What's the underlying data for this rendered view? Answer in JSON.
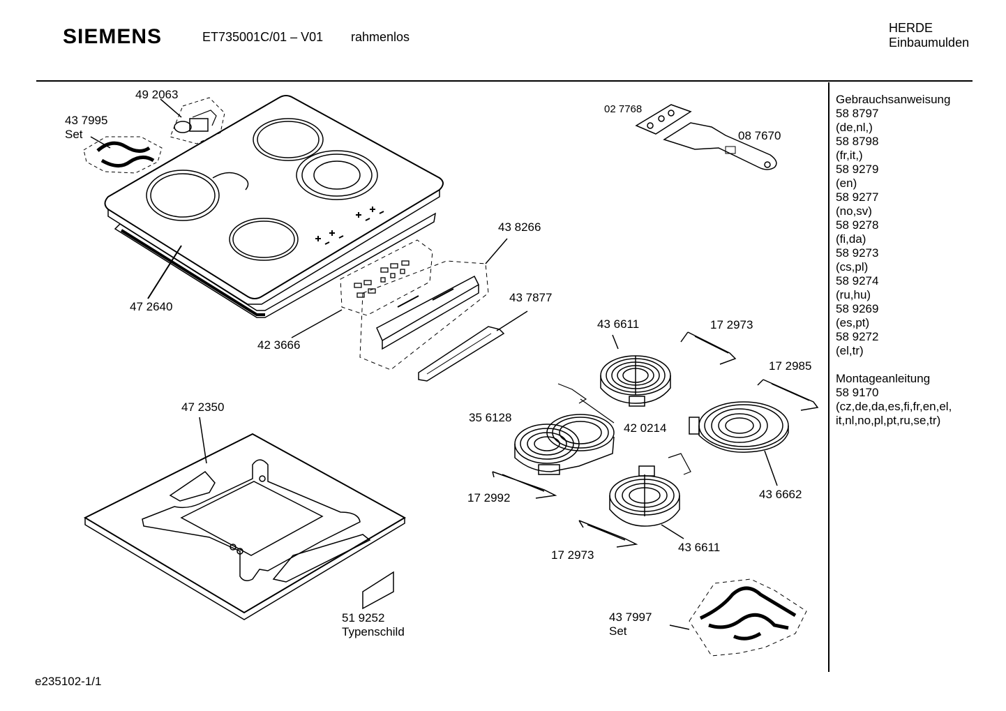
{
  "header": {
    "brand": "SIEMENS",
    "model": "ET735001C/01 – V01",
    "variant": "rahmenlos",
    "category_line1": "HERDE",
    "category_line2": "Einbaumulden"
  },
  "parts": {
    "p492063": "49 2063",
    "p437995": "43 7995",
    "p437995_sub": "Set",
    "p472640": "47 2640",
    "p423666": "42 3666",
    "p438266": "43 8266",
    "p437877": "43 7877",
    "p027768": "02 7768",
    "p087670": "08 7670",
    "p436611a": "43 6611",
    "p172973a": "17 2973",
    "p172985": "17 2985",
    "p356128": "35 6128",
    "p420214": "42 0214",
    "p172992": "17 2992",
    "p436662": "43 6662",
    "p436611b": "43 6611",
    "p172973b": "17 2973",
    "p472350": "47 2350",
    "p519252": "51 9252",
    "p519252_sub": "Typenschild",
    "p437997": "43 7997",
    "p437997_sub": "Set"
  },
  "sidebar": {
    "lines": [
      "Gebrauchsanweisung",
      "58 8797",
      "(de,nl,)",
      "58 8798",
      "(fr,it,)",
      "58 9279",
      "(en)",
      "58 9277",
      "(no,sv)",
      "58 9278",
      "(fi,da)",
      "58 9273",
      "(cs,pl)",
      "58 9274",
      "(ru,hu)",
      "58 9269",
      "(es,pt)",
      "58 9272",
      "(el,tr)",
      "",
      "Montageanleitung",
      "58 9170",
      "(cz,de,da,es,fi,fr,en,el,",
      "it,nl,no,pl,pt,ru,se,tr)"
    ]
  },
  "footer": {
    "doc_id": "e235102-1/1"
  }
}
